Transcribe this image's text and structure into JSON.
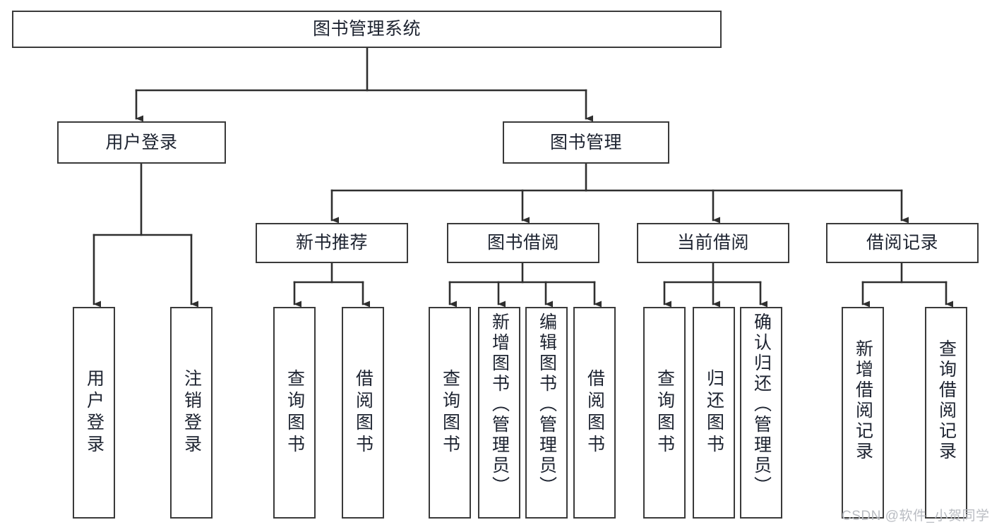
{
  "diagram": {
    "type": "hierarchy-tree",
    "title": "图书管理系统",
    "levels": 3,
    "colors": {
      "node_border": "#3a3a3a",
      "node_fill": "#ffffff",
      "edge": "#2f2f2f",
      "text": "#1d2330",
      "watermark": "#b9bcc2",
      "background": "#ffffff"
    },
    "root": {
      "label": "图书管理系统"
    },
    "level1": [
      {
        "label": "用户登录"
      },
      {
        "label": "图书管理"
      }
    ],
    "level2": [
      {
        "label": "新书推荐"
      },
      {
        "label": "图书借阅"
      },
      {
        "label": "当前借阅"
      },
      {
        "label": "借阅记录"
      }
    ],
    "leaves": {
      "user_login": [
        {
          "label": "用户登录"
        },
        {
          "label": "注销登录"
        }
      ],
      "new_book_recommend": [
        {
          "label": "查询图书"
        },
        {
          "label": "借阅图书"
        }
      ],
      "book_borrow": [
        {
          "label": "查询图书"
        },
        {
          "label": "新增图书（管理员）"
        },
        {
          "label": "编辑图书（管理员）"
        },
        {
          "label": "借阅图书"
        }
      ],
      "current_borrow": [
        {
          "label": "查询图书"
        },
        {
          "label": "归还图书"
        },
        {
          "label": "确认归还（管理员）"
        }
      ],
      "borrow_record": [
        {
          "label": "新增借阅记录"
        },
        {
          "label": "查询借阅记录"
        }
      ]
    },
    "watermark": "CSDN @软件_小贺同学"
  }
}
